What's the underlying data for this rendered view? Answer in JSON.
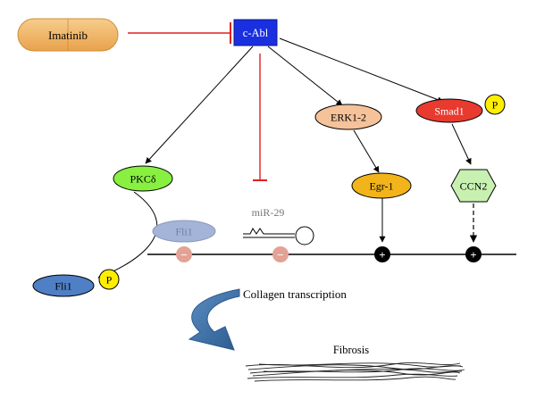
{
  "nodes": {
    "imatinib": "Imatinib",
    "c_abl": "c-Abl",
    "pkc_delta": "PKCδ",
    "erk": "ERK1-2",
    "smad1": "Smad1",
    "phospho": "P",
    "egr1": "Egr-1",
    "ccn2": "CCN2",
    "fli1_bound": "Fli1",
    "mir29": "miR-29",
    "fli1_phos": "Fli1"
  },
  "symbols": {
    "minus": "−",
    "plus": "+"
  },
  "labels": {
    "collagen": "Collagen transcription",
    "fibrosis": "Fibrosis"
  },
  "colors": {
    "imatinib_fill": "#f0b060",
    "c_abl_fill": "#1a2fe0",
    "pkc_fill": "#88f040",
    "erk_fill": "#f5c29a",
    "smad1_fill": "#e83a2e",
    "phospho_fill": "#ffee00",
    "egr1_fill": "#f2b41a",
    "ccn2_fill": "#c8f0b0",
    "fli1_bound_fill": "#a4b4d8",
    "fli1_phos_fill": "#4f7fc4",
    "repressor_fill": "#e3a294",
    "inhibit_line": "#e02020",
    "curved_arrow": "#3f72a8"
  }
}
